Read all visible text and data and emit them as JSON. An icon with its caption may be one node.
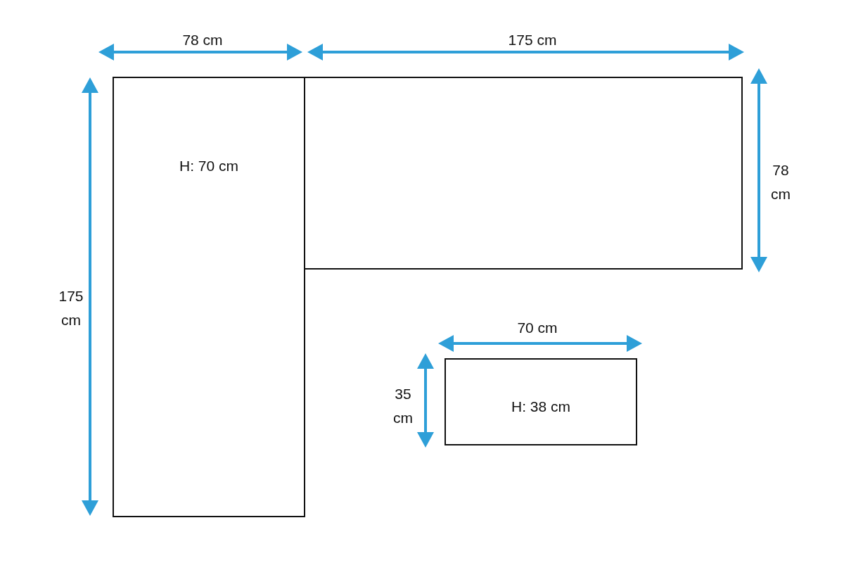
{
  "diagram": {
    "nodes": [
      {
        "text": [
          "H: 70 cm"
        ]
      },
      {
        "text": [],
        "shape": "box"
      },
      {
        "text": [
          "H: 38 cm"
        ]
      }
    ],
    "labels": [
      "78 cm",
      "175 cm",
      "78 cm",
      "175 cm",
      "70 cm",
      "35 cm"
    ]
  }
}
